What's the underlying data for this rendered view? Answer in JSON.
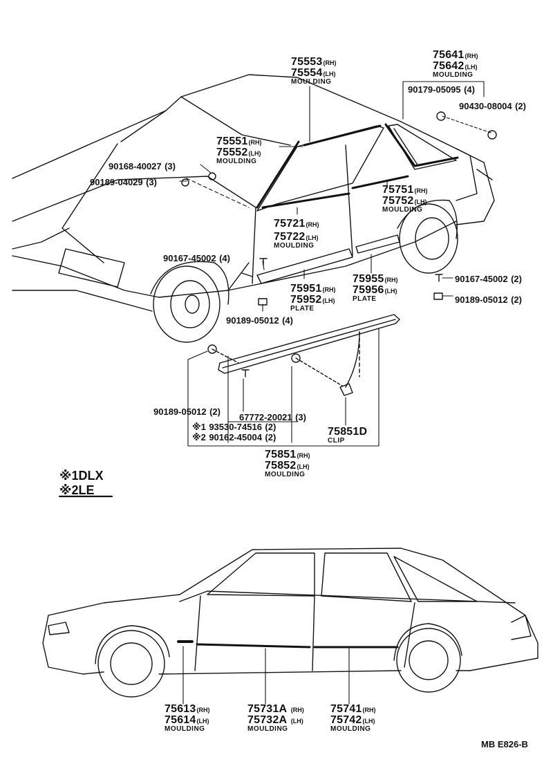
{
  "callouts": {
    "c75553": {
      "pn1": "75553",
      "s1": "(RH)",
      "pn2": "75554",
      "s2": "(LH)",
      "desc": "MOULDING"
    },
    "c75641": {
      "pn1": "75641",
      "s1": "(RH)",
      "pn2": "75642",
      "s2": "(LH)",
      "desc": "MOULDING"
    },
    "c75551": {
      "pn1": "75551",
      "s1": "(RH)",
      "pn2": "75552",
      "s2": "(LH)",
      "desc": "MOULDING"
    },
    "c75751": {
      "pn1": "75751",
      "s1": "(RH)",
      "pn2": "75752",
      "s2": "(LH)",
      "desc": "MOULDING"
    },
    "c75721": {
      "pn1": "75721",
      "s1": "(RH)",
      "pn2": "75722",
      "s2": "(LH)",
      "desc": "MOULDING"
    },
    "c75951": {
      "pn1": "75951",
      "s1": "(RH)",
      "pn2": "75952",
      "s2": "(LH)",
      "desc": "PLATE"
    },
    "c75955": {
      "pn1": "75955",
      "s1": "(RH)",
      "pn2": "75956",
      "s2": "(LH)",
      "desc": "PLATE"
    },
    "c75851": {
      "pn1": "75851",
      "s1": "(RH)",
      "pn2": "75852",
      "s2": "(LH)",
      "desc": "MOULDING"
    },
    "c75851D": {
      "pn1": "75851D",
      "desc": "CLIP"
    },
    "c75613": {
      "pn1": "75613",
      "s1": "(RH)",
      "pn2": "75614",
      "s2": "(LH)",
      "desc": "MOULDING"
    },
    "c75731A": {
      "pn1": "75731A",
      "s1": "(RH)",
      "pn2": "75732A",
      "s2": "(LH)",
      "desc": "MOULDING"
    },
    "c75741": {
      "pn1": "75741",
      "s1": "(RH)",
      "pn2": "75742",
      "s2": "(LH)",
      "desc": "MOULDING"
    }
  },
  "fasteners": {
    "f90179": {
      "pn": "90179-05095",
      "qty": "(4)"
    },
    "f90430": {
      "pn": "90430-08004",
      "qty": "(2)"
    },
    "f90168": {
      "pn": "90168-40027",
      "qty": "(3)"
    },
    "f90189a": {
      "pn": "90189-04029",
      "qty": "(3)"
    },
    "f90167a": {
      "pn": "90167-45002",
      "qty": "(4)"
    },
    "f90189b": {
      "pn": "90189-05012",
      "qty": "(4)"
    },
    "f90167b": {
      "pn": "90167-45002",
      "qty": "(2)"
    },
    "f90189c": {
      "pn": "90189-05012",
      "qty": "(2)"
    },
    "f90189d": {
      "pn": "90189-05012",
      "qty": "(2)"
    },
    "f67772": {
      "pn": "67772-20021",
      "qty": "(3)"
    },
    "f93530": {
      "mark": "※1",
      "pn": "93530-74516",
      "qty": "(2)"
    },
    "f90162": {
      "mark": "※2",
      "pn": "90162-45004",
      "qty": "(2)"
    }
  },
  "legend": {
    "l1": {
      "mark": "※1",
      "text": "DLX"
    },
    "l2": {
      "mark": "※2",
      "text": "LE"
    }
  },
  "diagram_code": "MB  E826-B"
}
